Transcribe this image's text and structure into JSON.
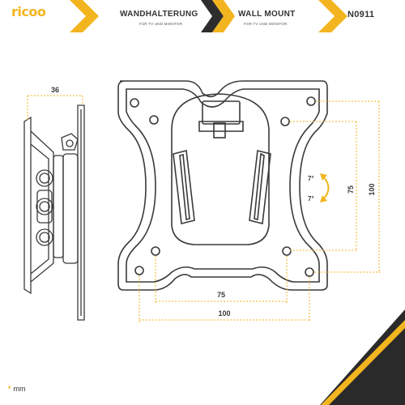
{
  "brand": {
    "name": "ricoo"
  },
  "header": {
    "title_de": "WANDHALTERUNG",
    "subtitle_de": "FÜR TV UND MONITOR",
    "title_en": "WALL MOUNT",
    "subtitle_en": "FOR TV UND MONITOR",
    "model": "N0911"
  },
  "dimensions": {
    "depth": "36",
    "vesa_small_h": "75",
    "vesa_large_h": "100",
    "vesa_small_v": "75",
    "vesa_large_v": "100",
    "tilt_up": "7°",
    "tilt_down": "7°"
  },
  "footer": {
    "unit_marker": "*",
    "unit_label": "mm"
  },
  "colors": {
    "accent": "#f3b51f",
    "line": "#3a3a3a",
    "band": "#2a2a2a"
  }
}
